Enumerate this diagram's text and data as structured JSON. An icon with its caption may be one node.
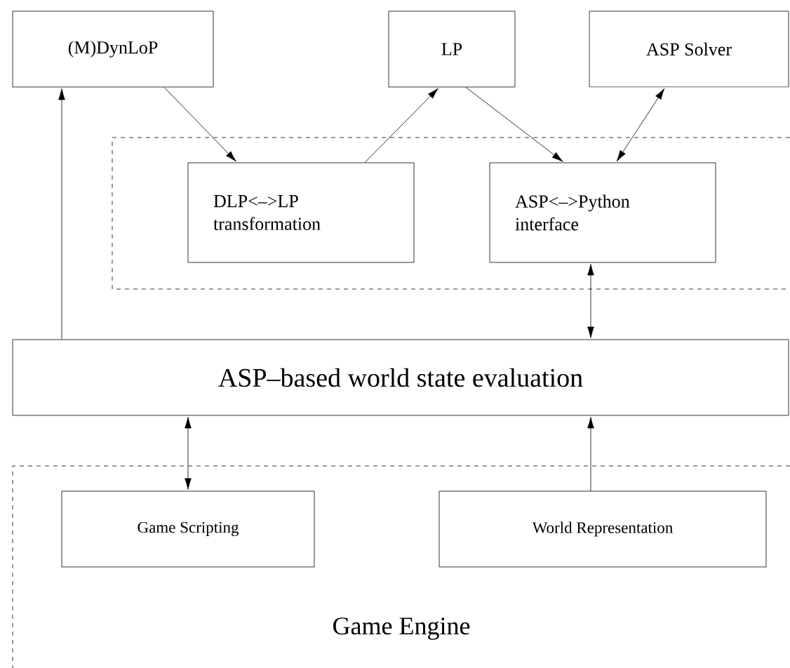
{
  "diagram": {
    "nodes": [
      {
        "text": [
          "(M)DynLoP"
        ]
      },
      {
        "text": [
          "LP"
        ]
      },
      {
        "text": [
          "ASP Solver"
        ]
      },
      {
        "text": [],
        "shape": "box"
      },
      {
        "text": [
          "DLP<–>LP transformation"
        ],
        "in": 3
      },
      {
        "text": [
          "ASP<–>Python interface"
        ],
        "in": 3
      },
      {
        "text": [
          "ASP–based world state evaluation"
        ]
      },
      {
        "text": [
          "Game Engine"
        ]
      },
      {
        "text": [
          "Game Scripting"
        ],
        "in": 7
      },
      {
        "text": [
          "World Representation"
        ],
        "in": 7
      }
    ],
    "edges": [
      {
        "from": 0,
        "to": 4,
        "arrow": "to"
      },
      {
        "from": 4,
        "to": 1,
        "arrow": "to"
      },
      {
        "from": 1,
        "to": 5,
        "arrow": "to"
      },
      {
        "from": 2,
        "to": 5,
        "arrow": "both"
      },
      {
        "from": 5,
        "to": 6,
        "arrow": "both"
      },
      {
        "from": 6,
        "to": 0,
        "arrow": "to"
      },
      {
        "from": 8,
        "to": 6,
        "arrow": "both"
      },
      {
        "from": 9,
        "to": 6,
        "arrow": "to"
      }
    ]
  }
}
